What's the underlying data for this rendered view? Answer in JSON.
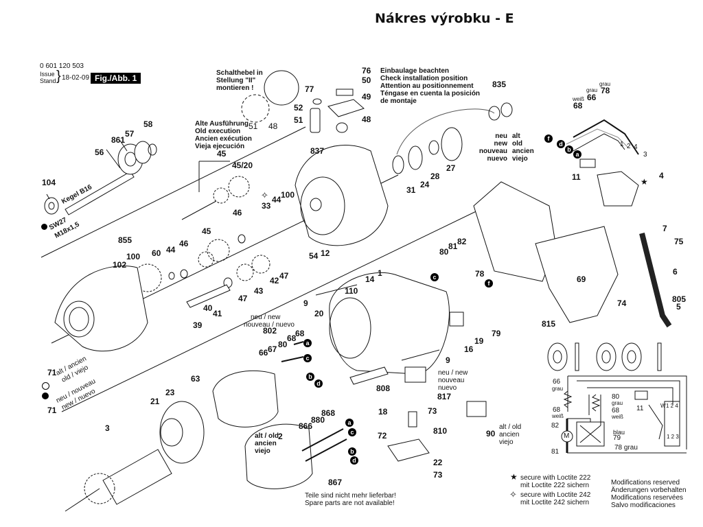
{
  "page": {
    "title": "Nákres výrobku - E"
  },
  "header": {
    "doc_number": "0 601 120 503",
    "issue_label_1": "Issue",
    "issue_label_2": "Stand",
    "issue_date": "18-02-09",
    "figure_label": "Fig./Abb. 1"
  },
  "notes": {
    "schalthebel": [
      "Schalthebel in",
      "Stellung \"II\"",
      "montieren !"
    ],
    "old_execution": [
      "Alte Ausführung",
      "Old execution",
      "Ancien exécution",
      "Vieja ejecución"
    ],
    "install_position": [
      "Einbaulage beachten",
      "Check installation position",
      "Attention au positionnement",
      "Téngase en cuenta la posición",
      "de montaje"
    ],
    "kegel": "Kegel B16",
    "sw": "SW27",
    "thread": "M18x1,5",
    "new_4": [
      "neu",
      "new",
      "nouveau",
      "nuevo"
    ],
    "old_4": [
      "alt",
      "old",
      "ancien",
      "viejo"
    ],
    "new_slash_1": "neu / new",
    "new_slash_2": "nouveau / nuevo",
    "old_slash_71_1": "alt / ancien",
    "old_slash_71_2": "old / viejo",
    "new_slash_71_1": "neu / nouveau",
    "new_slash_71_2": "new / nuevo",
    "old_stator": [
      "alt / old",
      "ancien",
      "viejo"
    ],
    "new_817": [
      "neu / new",
      "nouveau",
      "nuevo"
    ],
    "old_90": [
      "alt / old",
      "ancien",
      "viejo"
    ],
    "not_available": [
      "Teile sind nicht mehr lieferbar!",
      "Spare parts are not available!"
    ],
    "wire_colors": {
      "grau": "grau",
      "weiss": "weiß",
      "blau": "blau",
      "grau_78": "78 grau"
    }
  },
  "legend": {
    "loctite_222": [
      "secure with Loctite 222",
      "mit Loctite 222 sichern"
    ],
    "loctite_242": [
      "secure with Loctite 242",
      "mit Loctite 242 sichern"
    ],
    "modifications": [
      "Modifications reserved",
      "Änderungen vorbehalten",
      "Modifications reservées",
      "Salvo modificaciones"
    ]
  },
  "wire_markers": {
    "a": "a",
    "b": "b",
    "c": "c",
    "d": "d",
    "f": "f"
  },
  "schematic": {
    "motor": "M",
    "switch_top": "1 2 4",
    "switch_bottom": "1 2 3",
    "switch_w": "W",
    "labels": {
      "66": "66",
      "68a": "68",
      "80": "80",
      "68b": "68",
      "82": "82",
      "81": "81",
      "79": "79",
      "11": "11"
    }
  },
  "parts": {
    "p76": "76",
    "p50": "50",
    "p77": "77",
    "p49": "49",
    "p52": "52",
    "p51": "51",
    "p48": "48",
    "p51b": "51",
    "p48b": "48",
    "p835": "835",
    "p78": "78",
    "p66": "66",
    "p68": "68",
    "p1": "1",
    "p2": "2",
    "p4": "4",
    "p3": "3",
    "p11": "11",
    "p4b": "4",
    "p58": "58",
    "p57": "57",
    "p861": "861",
    "p56": "56",
    "p104": "104",
    "p45": "45",
    "p4520": "45/20",
    "p837": "837",
    "p33": "33",
    "p44": "44",
    "p100": "100",
    "p46": "46",
    "p31": "31",
    "p24": "24",
    "p28": "28",
    "p27": "27",
    "p855": "855",
    "p100b": "100",
    "p102": "102",
    "p60": "60",
    "p44b": "44",
    "p46b": "46",
    "p45b": "45",
    "p54": "54",
    "p12": "12",
    "p47": "47",
    "p42": "42",
    "p43": "43",
    "p47b": "47",
    "p39": "39",
    "p40": "40",
    "p41": "41",
    "p9": "9",
    "p110": "110",
    "p14": "14",
    "p1b": "1",
    "p80": "80",
    "p81": "81",
    "p82": "82",
    "p78b": "78",
    "p79": "79",
    "p16": "16",
    "p19": "19",
    "p9b": "9",
    "p20": "20",
    "p69": "69",
    "p7": "7",
    "p75": "75",
    "p6": "6",
    "p805": "805",
    "p5": "5",
    "p74": "74",
    "p815": "815",
    "p802": "802",
    "p66b": "66",
    "p67": "67",
    "p80b": "80",
    "p68b": "68",
    "p68c": "68",
    "p71a": "71",
    "p71b": "71",
    "p63": "63",
    "p23": "23",
    "p21": "21",
    "p3b": "3",
    "p808": "808",
    "p817": "817",
    "p18": "18",
    "p73": "73",
    "p810": "810",
    "p72": "72",
    "p22": "22",
    "p73b": "73",
    "p90": "90",
    "p868": "868",
    "p880": "880",
    "p866": "866",
    "p2b": "2",
    "p867": "867"
  }
}
